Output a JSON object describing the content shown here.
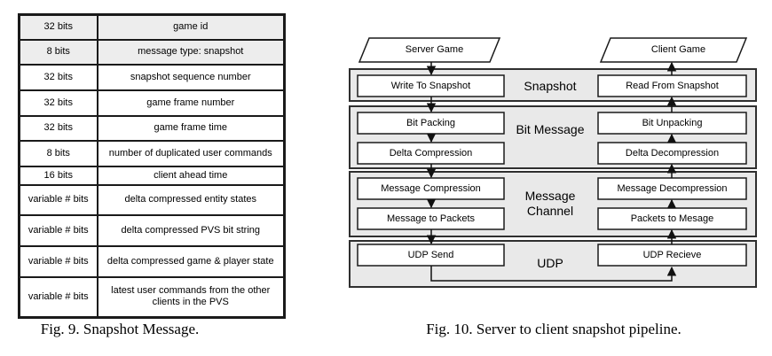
{
  "fig9": {
    "caption": "Fig. 9. Snapshot Message.",
    "table": {
      "rows": [
        {
          "size": "32 bits",
          "field": "game id"
        },
        {
          "size": "8 bits",
          "field": "message type: snapshot"
        },
        {
          "size": "32 bits",
          "field": "snapshot sequence number"
        },
        {
          "size": "32 bits",
          "field": "game frame number"
        },
        {
          "size": "32 bits",
          "field": "game frame time"
        },
        {
          "size": "8 bits",
          "field": "number of duplicated user commands"
        },
        {
          "size": "16 bits",
          "field": "client ahead time"
        },
        {
          "size": "variable # bits",
          "field": "delta compressed entity states"
        },
        {
          "size": "variable # bits",
          "field": "delta compressed PVS bit string"
        },
        {
          "size": "variable # bits",
          "field": "delta compressed game & player state"
        },
        {
          "size": "variable # bits",
          "field": "latest user commands from the other clients in the PVS"
        }
      ]
    }
  },
  "fig10": {
    "caption": "Fig. 10. Server to client snapshot pipeline.",
    "server_terminal": "Server Game",
    "client_terminal": "Client Game",
    "stages": [
      {
        "label": "Snapshot",
        "left": [
          "Write To Snapshot"
        ],
        "right": [
          "Read From Snapshot"
        ]
      },
      {
        "label": "Bit Message",
        "left": [
          "Bit Packing",
          "Delta Compression"
        ],
        "right": [
          "Bit Unpacking",
          "Delta Decompression"
        ]
      },
      {
        "label": "Message Channel",
        "left": [
          "Message Compression",
          "Message to Packets"
        ],
        "right": [
          "Message Decompression",
          "Packets to Mesage"
        ]
      },
      {
        "label": "UDP",
        "left": [
          "UDP Send"
        ],
        "right": [
          "UDP Recieve"
        ]
      }
    ]
  },
  "colors": {
    "band_fill": "#e9e9e9",
    "band_border": "#2f2f2f",
    "box_fill": "#ffffff",
    "box_border": "#1a1a1a",
    "diagram_line": "#111111",
    "table_border": "#1a1a1a",
    "row_shade": "#ededed",
    "text": "#000000",
    "page_bg": "#ffffff"
  }
}
